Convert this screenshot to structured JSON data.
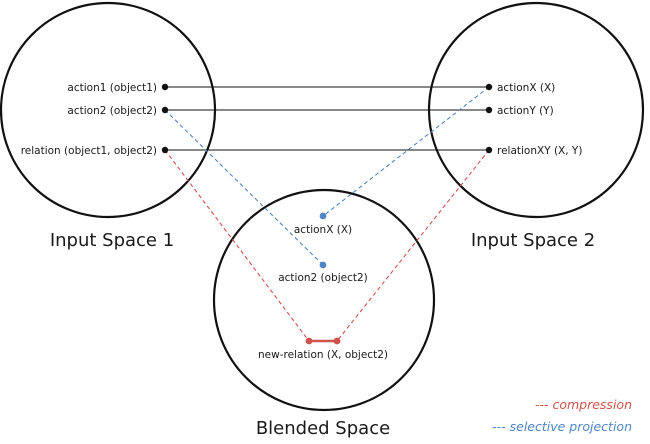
{
  "spaces": {
    "input1_title": "Input Space 1",
    "input2_title": "Input Space 2",
    "blend_title": "Blended Space"
  },
  "input1": {
    "action1": "action1 (object1)",
    "action2": "action2 (object2)",
    "relation": "relation (object1, object2)"
  },
  "input2": {
    "actionX": "actionX (X)",
    "actionY": "actionY (Y)",
    "relationXY": "relationXY (X, Y)"
  },
  "blend": {
    "actionX": "actionX (X)",
    "action2": "action2 (object2)",
    "new_relation": "new-relation (X, object2)"
  },
  "legend": {
    "compression": "--- compression",
    "selective_projection": "--- selective projection"
  },
  "colors": {
    "compression": "#d0534b",
    "selective_projection": "#4f86c6",
    "line": "#111111"
  }
}
